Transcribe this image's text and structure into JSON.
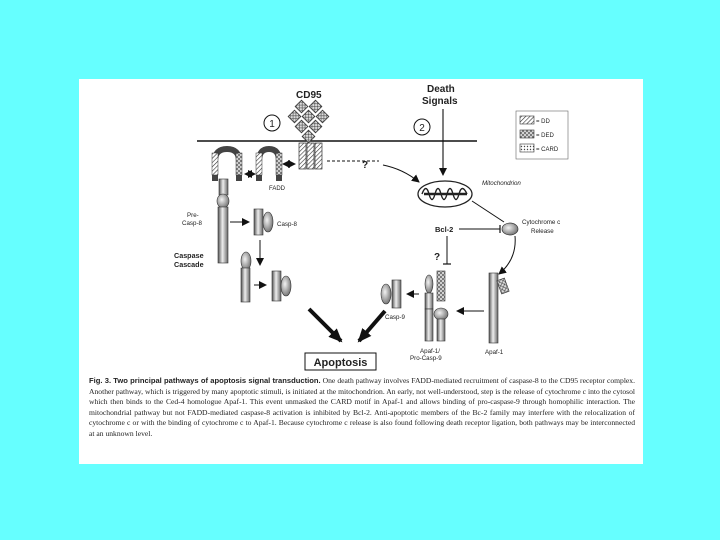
{
  "diagram": {
    "labels": {
      "cd95": "CD95",
      "death_signals_line1": "Death",
      "death_signals_line2": "Signals",
      "pathway_1": "1",
      "pathway_2": "2",
      "fadd": "FADD",
      "question_top": "?",
      "question_mid": "?",
      "mitochondrion": "Mitochondrion",
      "cytochrome_c_line1": "Cytochrome c",
      "cytochrome_c_line2": "Release",
      "bcl2": "Bcl-2",
      "pre_casp8_line1": "Pre-",
      "pre_casp8_line2": "Casp-8",
      "casp8": "Casp-8",
      "caspase_cascade_line1": "Caspase",
      "caspase_cascade_line2": "Cascade",
      "casp9": "Casp-9",
      "apaf1_complex_line1": "Apaf-1/",
      "apaf1_complex_line2": "Pro-Casp-9",
      "apaf1": "Apaf-1",
      "apoptosis": "Apoptosis"
    },
    "legend": [
      {
        "label": "= DD",
        "pattern": "hatch"
      },
      {
        "label": "= DED",
        "pattern": "cross"
      },
      {
        "label": "= CARD",
        "pattern": "dots"
      }
    ]
  },
  "caption": {
    "title": "Fig. 3. Two principal pathways of apoptosis signal transduction.",
    "text": "One death pathway involves FADD-mediated recruitment of caspase-8 to the CD95 receptor complex. Another pathway, which is triggered by many apoptotic stimuli, is initiated at the mitochondrion. An early, not well-understood, step is the release of cytochrome c into the cytosol which then binds to the Ced-4 homologue Apaf-1. This event unmasked the CARD motif in Apaf-1 and allows binding of pro-caspase-9 through homophilic interaction. The mitochondrial pathway but not FADD-mediated caspase-8 activation is inhibited by Bcl-2. Anti-apoptotic members of the Bc-2 family may interfere with the relocalization of cytochrome c or with the binding of cytochrome c to Apaf-1. Because cytochrome c release is also found following death receptor ligation, both pathways may be interconnected at an unknown level."
  }
}
